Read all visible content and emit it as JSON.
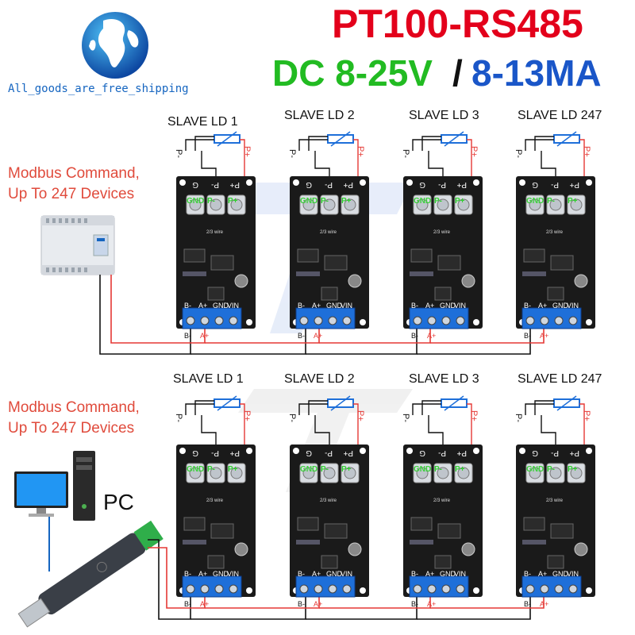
{
  "header": {
    "title": "PT100-RS485",
    "voltage": "DC 8-25V",
    "separator": "/",
    "current": "8-13MA",
    "brand_text": "All_goods_are_free_shipping"
  },
  "colors": {
    "title": "#e3001b",
    "voltage": "#22bb22",
    "separator": "#111111",
    "current": "#1a56c8",
    "command": "#e04b3c",
    "wire_red": "#e53935",
    "wire_black": "#111111",
    "board": "#1a1a1a",
    "terminal": "#1e6fd9",
    "gnd_label": "#3bd23b"
  },
  "top_section": {
    "command_line1": "Modbus Command,",
    "command_line2": "Up To 247 Devices",
    "slaves": [
      "SLAVE LD 1",
      "SLAVE LD 2",
      "SLAVE LD 3",
      "SLAVE LD 247"
    ]
  },
  "bottom_section": {
    "command_line1": "Modbus Command,",
    "command_line2": "Up To 247 Devices",
    "slaves": [
      "SLAVE LD 1",
      "SLAVE LD 2",
      "SLAVE LD 3",
      "SLAVE LD 247"
    ],
    "pc_label": "PC"
  },
  "board_labels": {
    "sensor_p_minus": "P-",
    "sensor_p_plus": "P+",
    "top_terms": [
      "G",
      "P-",
      "P+"
    ],
    "pad_labels": [
      "GND",
      "P-",
      "P+"
    ],
    "bottom_terms": [
      "B-",
      "A+",
      "GND",
      "VIN"
    ],
    "bus_b": "B-",
    "bus_a": "A+",
    "wire_note": "2/3 wire"
  }
}
